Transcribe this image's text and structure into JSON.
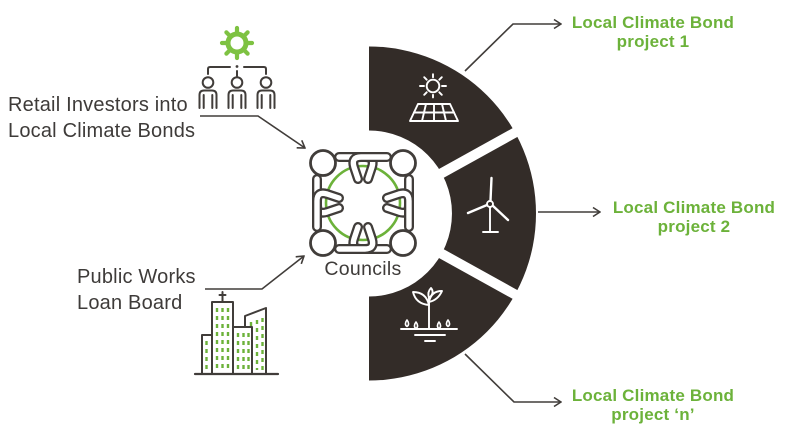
{
  "colors": {
    "segment_dark": "#332c28",
    "accent_green": "#6cb23a",
    "gear_green": "#7ec242",
    "line_dark": "#413d3a",
    "text_dark": "#3e3b39",
    "background": "#ffffff"
  },
  "sources": [
    {
      "line1": "Retail Investors into",
      "line2": "Local Climate Bonds",
      "icon": "investor-group-icon"
    },
    {
      "line1": "Public Works",
      "line2": "Loan Board",
      "icon": "city-buildings-icon"
    }
  ],
  "hub": {
    "label": "Councils",
    "icon": "councils-roundtable-icon"
  },
  "ring": {
    "segment_icons": [
      "solar-panel-icon",
      "wind-turbine-icon",
      "sprout-water-icon"
    ]
  },
  "projects": [
    {
      "line1": "Local Climate Bond",
      "line2": "project 1"
    },
    {
      "line1": "Local Climate Bond",
      "line2": "project 2"
    },
    {
      "line1": "Local Climate Bond",
      "line2": "project ‘n’"
    }
  ]
}
